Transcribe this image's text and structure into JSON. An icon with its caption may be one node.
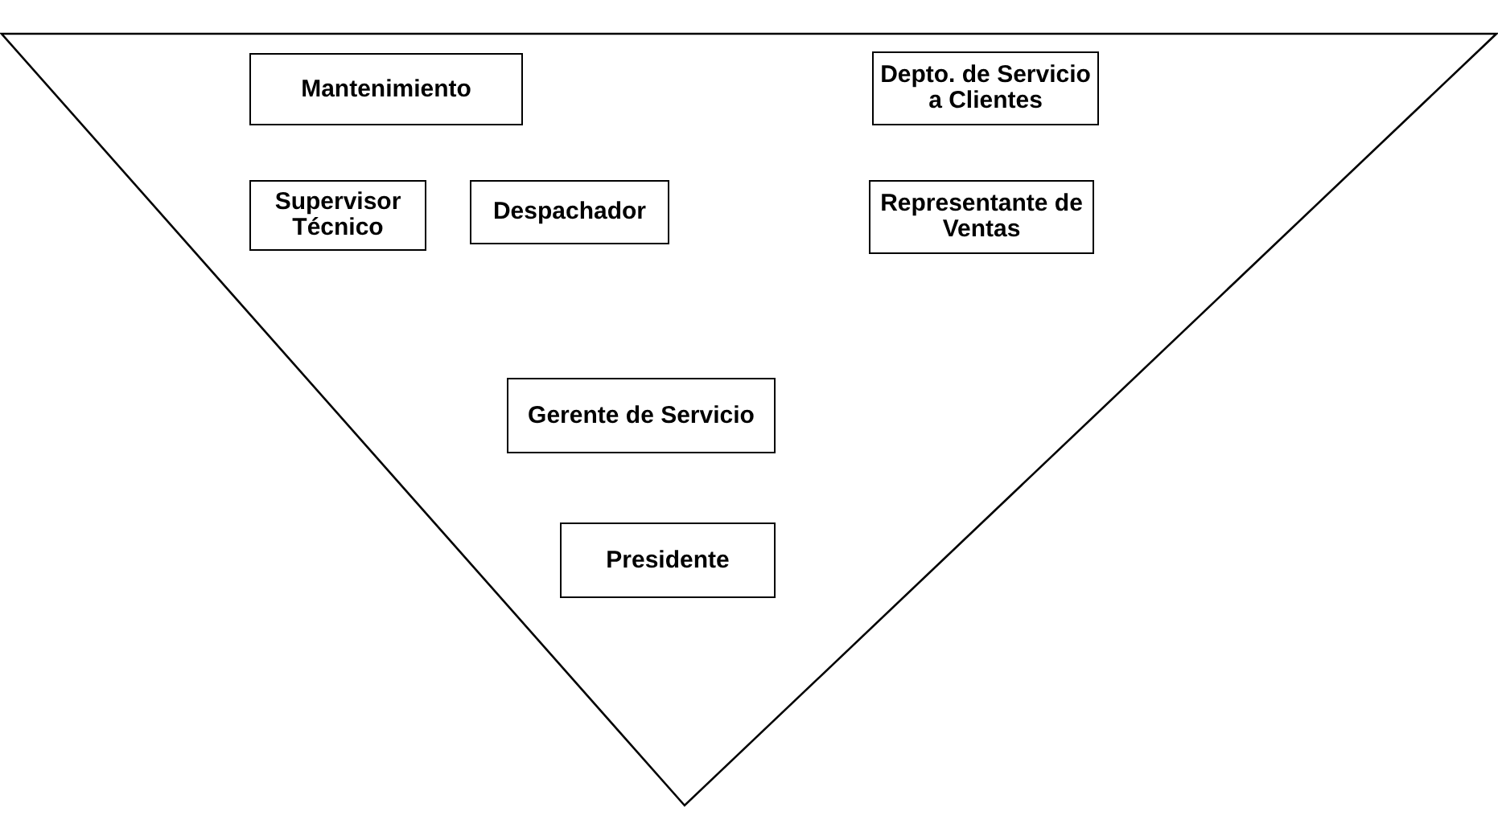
{
  "diagram": {
    "nodes": [
      {
        "text": [],
        "shape": "triangle"
      },
      {
        "text": [
          "Mantenimiento"
        ],
        "in": 0
      },
      {
        "text": [
          "Depto. de Servicio a Clientes"
        ],
        "in": 0
      },
      {
        "text": [
          "Supervisor Técnico"
        ],
        "in": 0
      },
      {
        "text": [
          "Despachador"
        ],
        "in": 0
      },
      {
        "text": [
          "Representante de Ventas"
        ],
        "in": 0
      },
      {
        "text": [
          "Gerente de Servicio"
        ],
        "in": 0
      },
      {
        "text": [
          "Presidente"
        ],
        "in": 0
      }
    ],
    "edges": []
  }
}
